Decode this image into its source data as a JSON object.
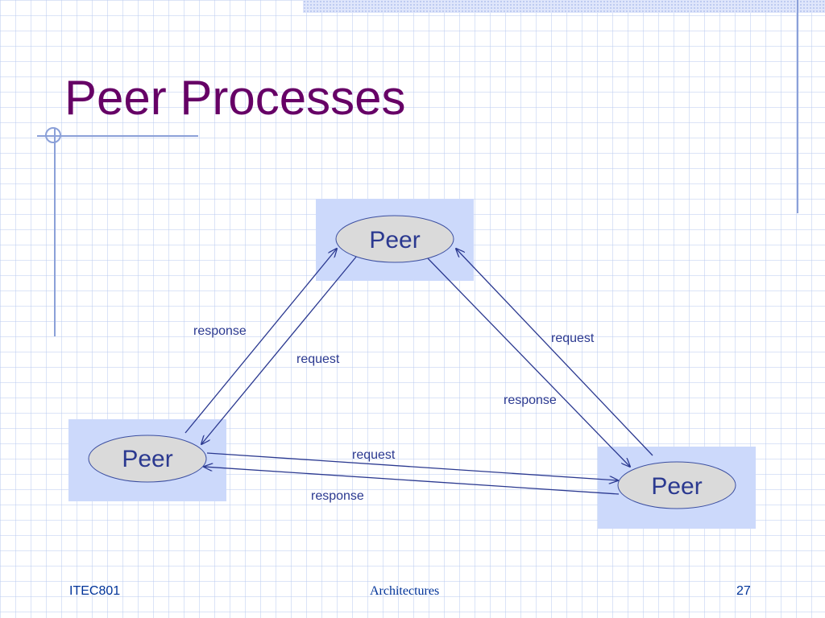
{
  "slide": {
    "title": "Peer Processes"
  },
  "diagram": {
    "nodes": {
      "top": "Peer",
      "left": "Peer",
      "right": "Peer"
    },
    "edge_labels": {
      "left_response": "response",
      "left_request": "request",
      "right_request": "request",
      "right_response": "response",
      "bottom_request": "request",
      "bottom_response": "response"
    }
  },
  "footer": {
    "left": "ITEC801",
    "center": "Architectures",
    "page_number": "27"
  },
  "colors": {
    "title": "#660066",
    "arrow": "#2b3990",
    "node_box": "#ccd9fb",
    "ellipse_fill": "#dadada",
    "footer_text": "#003399"
  }
}
